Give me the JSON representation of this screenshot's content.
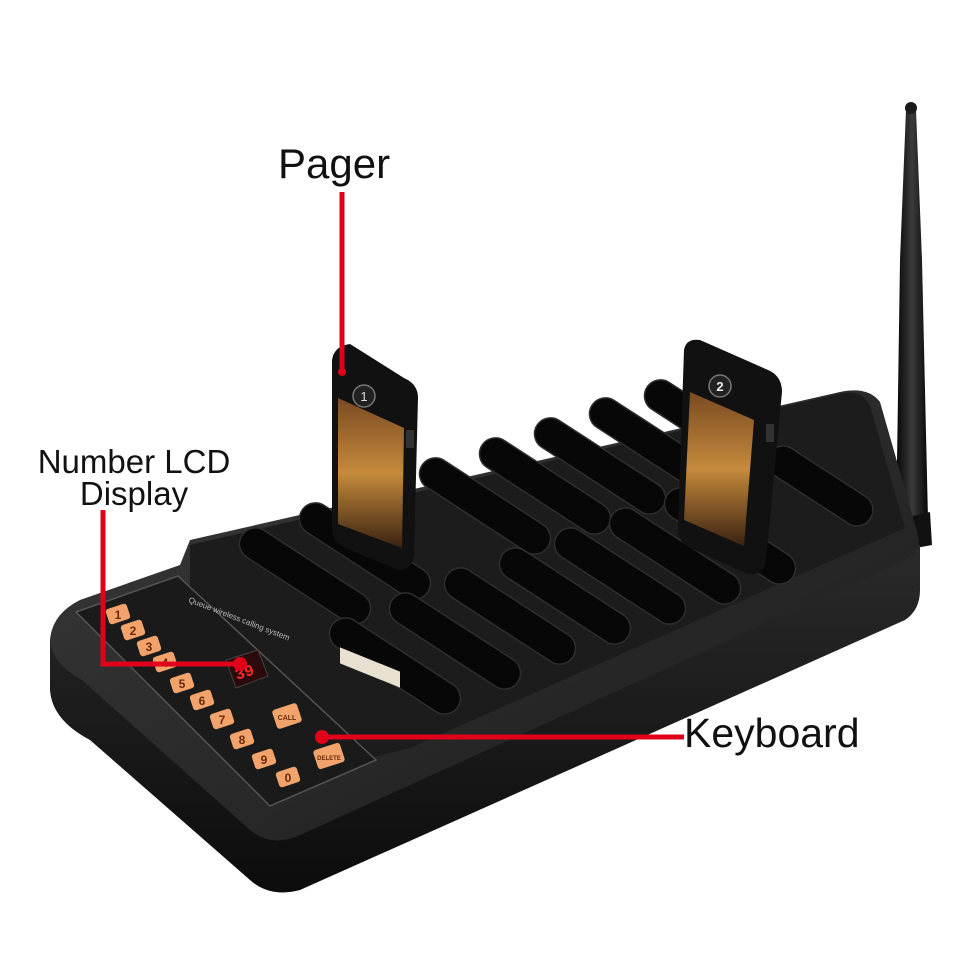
{
  "callouts": {
    "pager": "Pager",
    "number_lcd_line1": "Number LCD",
    "number_lcd_line2": "Display",
    "keyboard": "Keyboard"
  },
  "device": {
    "panel_text": "Queue wireless calling system",
    "lcd_reading": "39",
    "keys": [
      "1",
      "2",
      "3",
      "4",
      "5",
      "6",
      "7",
      "8",
      "9",
      "0"
    ],
    "call_key": "CALL",
    "delete_key": "DELETE",
    "pager_numbers": [
      "1",
      "2"
    ]
  },
  "colors": {
    "callout_line": "#e0001a",
    "device_body": "#141414",
    "key_orange": "#f2a36b",
    "lcd_digits": "#ff2a2a"
  }
}
